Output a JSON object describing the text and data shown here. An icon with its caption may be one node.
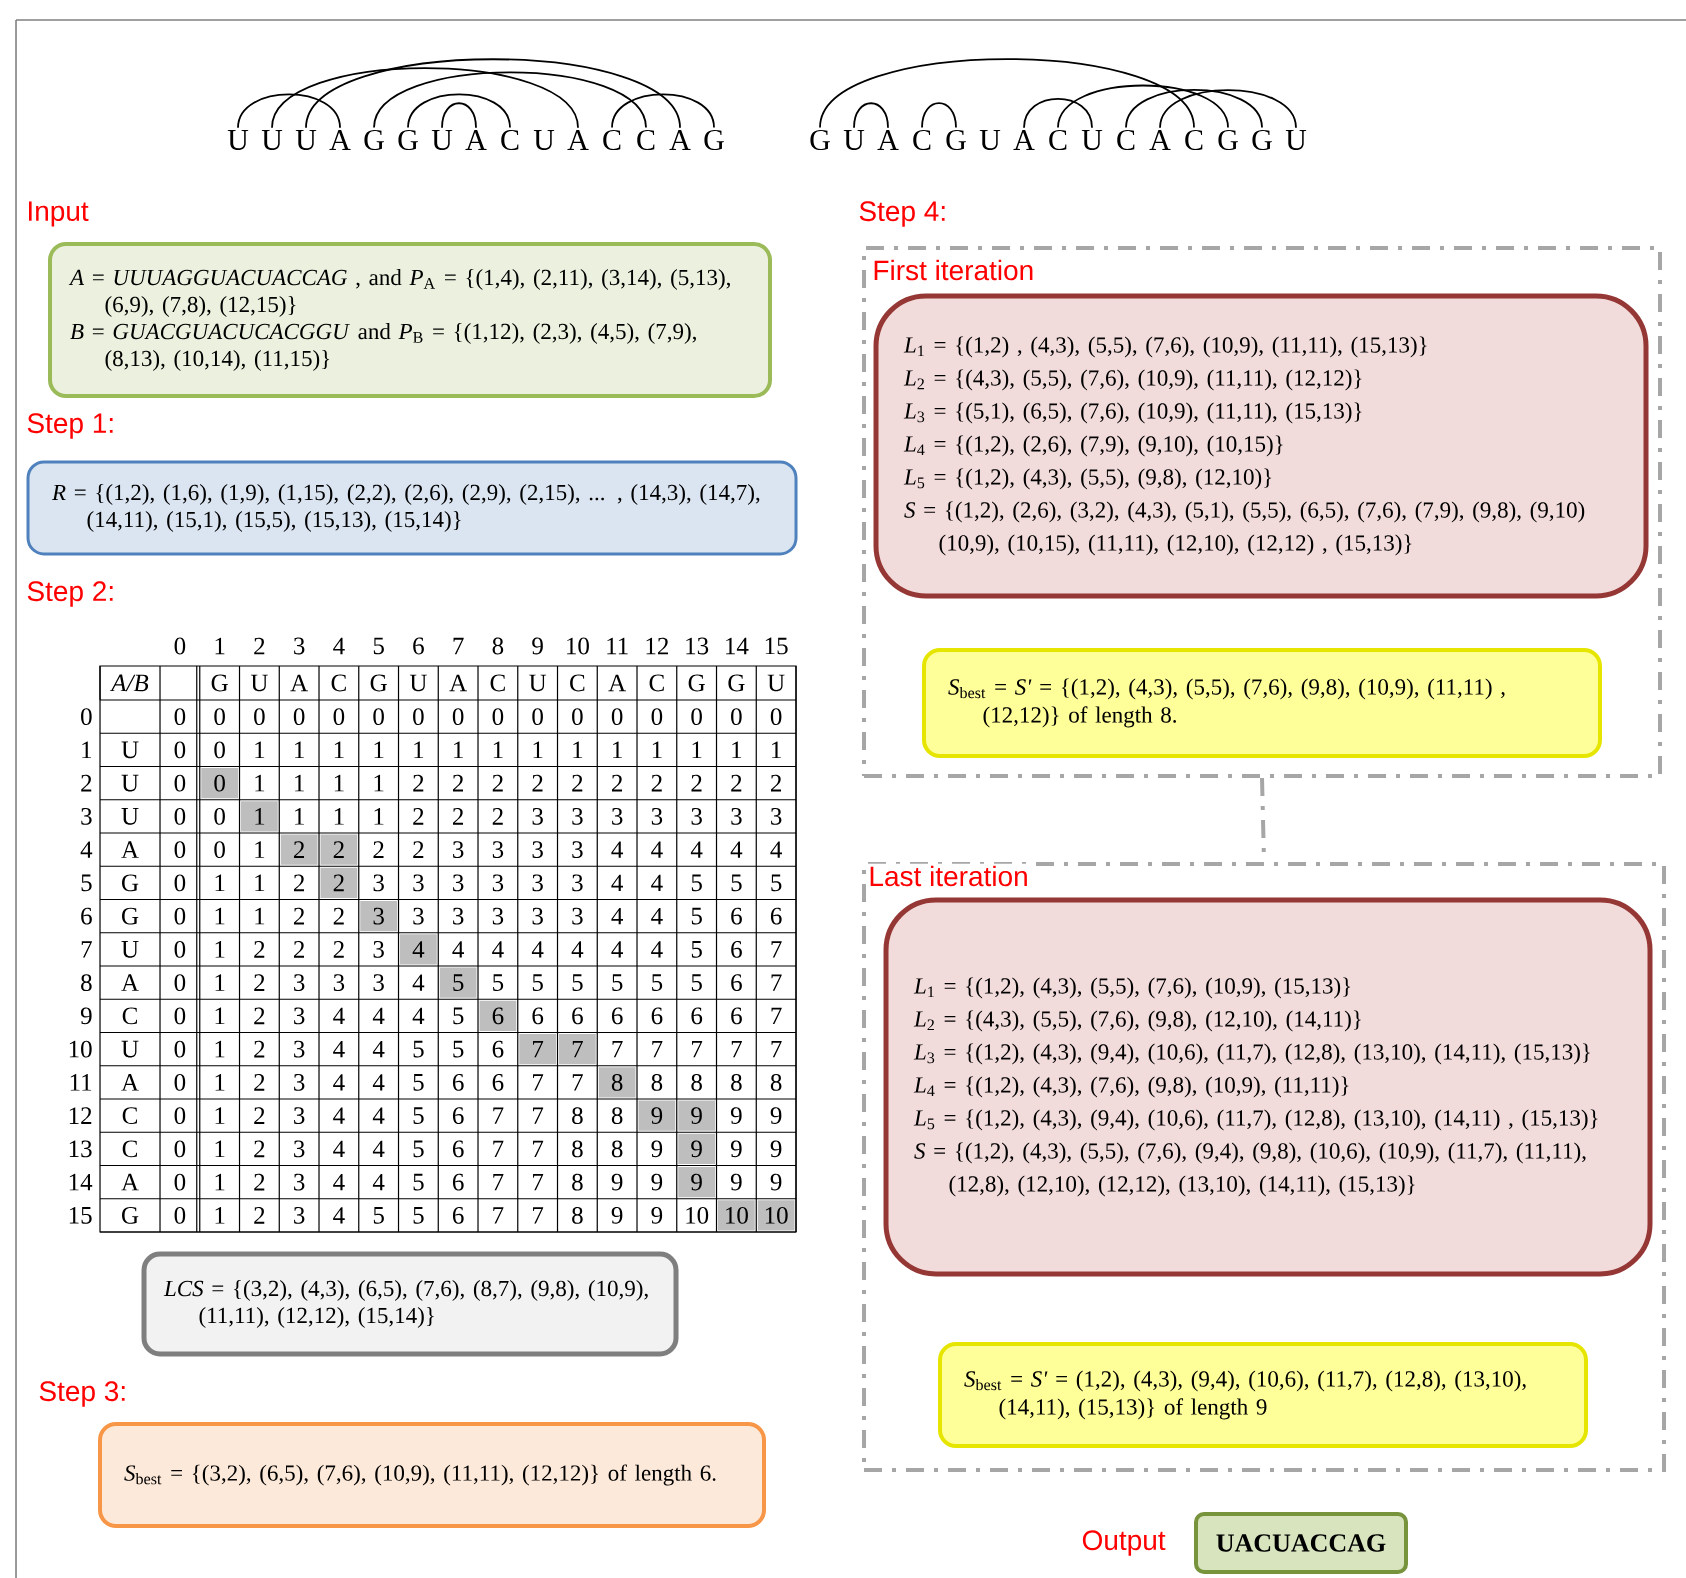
{
  "diagram": {
    "nodes": [
      {
        "text": [
          "U"
        ]
      },
      {
        "text": [
          "U"
        ]
      },
      {
        "text": [
          "U"
        ]
      },
      {
        "text": [
          "A"
        ]
      },
      {
        "text": [
          "G"
        ]
      },
      {
        "text": [
          "G"
        ]
      },
      {
        "text": [
          "U"
        ]
      },
      {
        "text": [
          "A"
        ]
      },
      {
        "text": [
          "C"
        ]
      },
      {
        "text": [
          "U"
        ]
      },
      {
        "text": [
          "A"
        ]
      },
      {
        "text": [
          "C"
        ]
      },
      {
        "text": [
          "C"
        ]
      },
      {
        "text": [
          "A"
        ]
      },
      {
        "text": [
          "G"
        ]
      },
      {
        "text": [
          "G"
        ]
      },
      {
        "text": [
          "U"
        ]
      },
      {
        "text": [
          "A"
        ]
      },
      {
        "text": [
          "C"
        ]
      },
      {
        "text": [
          "G"
        ]
      },
      {
        "text": [
          "U"
        ]
      },
      {
        "text": [
          "A"
        ]
      },
      {
        "text": [
          "C"
        ]
      },
      {
        "text": [
          "U"
        ]
      },
      {
        "text": [
          "C"
        ]
      },
      {
        "text": [
          "A"
        ]
      },
      {
        "text": [
          "C"
        ]
      },
      {
        "text": [
          "G"
        ]
      },
      {
        "text": [
          "G"
        ]
      },
      {
        "text": [
          "U"
        ]
      },
      {
        "text": [
          "*A* = *UUUAGGUACUACCAG* , and *P*$_{A}$ = {(1,4), (2,11), (3,14), (5,13), (6,9), (7,8), (12,15)}",
          "*B* = *GUACGUACUCACGGU* and *P*$_{B}$ = {(1,12), (2,3), (4,5), (7,9), (8,13), (10,14), (11,15)}"
        ]
      },
      {
        "text": [
          "*R* = {(1,2), (1,6), (1,9), (1,15), (2,2), (2,6), (2,9), (2,15), ... , (14,3), (14,7), (14,11), (15,1), (15,5), (15,13), (15,14)}"
        ]
      },
      {
        "text": [
          "*LCS* = {(3,2), (4,3), (6,5), (7,6), (8,7), (9,8), (10,9), (11,11), (12,12), (15,14)}"
        ]
      },
      {
        "text": [
          "*S*$_{best}$ = {(3,2), (6,5), (7,6), (10,9), (11,11), (12,12)} of length 6."
        ]
      },
      {
        "text": [
          "First iteration"
        ]
      },
      {
        "text": [
          "*L*$_{1}$ = {(1,2) , (4,3), (5,5), (7,6), (10,9), (11,11), (15,13)}",
          "*L*$_{2}$ = {(4,3), (5,5), (7,6), (10,9), (11,11), (12,12)}",
          "*L*$_{3}$ = {(5,1), (6,5), (7,6), (10,9), (11,11), (15,13)}",
          "*L*$_{4}$ = {(1,2), (2,6), (7,9), (9,10), (10,15)}",
          "*L*$_{5}$ = {(1,2), (4,3), (5,5), (9,8), (12,10)}",
          "*S* = {(1,2), (2,6), (3,2), (4,3), (5,1), (5,5), (6,5), (7,6), (7,9), (9,8), (9,10) (10,9), (10,15), (11,11), (12,10), (12,12) , (15,13)}"
        ],
        "in": 34
      },
      {
        "text": [
          "*S*$_{best}$ = *S'* = {(1,2), (4,3), (5,5), (7,6), (9,8), (10,9), (11,11) , (12,12)} of length 8."
        ],
        "in": 34
      },
      {
        "text": [
          "Last iteration"
        ]
      },
      {
        "text": [
          "*L*$_{1}$ = {(1,2), (4,3), (5,5), (7,6), (10,9), (15,13)}",
          "*L*$_{2}$ = {(4,3), (5,5), (7,6), (9,8), (12,10), (14,11)}",
          "*L*$_{3}$ = {(1,2), (4,3), (9,4), (10,6), (11,7), (12,8), (13,10), (14,11), (15,13)}",
          "*L*$_{4}$ = {(1,2), (4,3), (7,6), (9,8), (10,9), (11,11)}",
          "*L*$_{5}$ = {(1,2), (4,3), (9,4), (10,6), (11,7), (12,8), (13,10), (14,11) , (15,13)}",
          "*S* = {(1,2), (4,3), (5,5), (7,6), (9,4), (9,8), (10,6), (10,9), (11,7), (11,11), (12,8), (12,10), (12,12), (13,10), (14,11), (15,13)}"
        ],
        "in": 37
      },
      {
        "text": [
          "*S*$_{best}$ = *S'* = (1,2), (4,3), (9,4), (10,6), (11,7), (12,8), (13,10), (14,11), (15,13)} of length 9"
        ],
        "in": 37
      },
      {
        "text": [
          "UACUACCAG"
        ],
        "beside": [
          "Output"
        ]
      }
    ],
    "edges": [
      {
        "from": 0,
        "to": 3,
        "arrow": "none"
      },
      {
        "from": 1,
        "to": 10,
        "arrow": "none"
      },
      {
        "from": 2,
        "to": 13,
        "arrow": "none"
      },
      {
        "from": 4,
        "to": 12,
        "arrow": "none"
      },
      {
        "from": 5,
        "to": 8,
        "arrow": "none"
      },
      {
        "from": 6,
        "to": 7,
        "arrow": "none"
      },
      {
        "from": 11,
        "to": 14,
        "arrow": "none"
      },
      {
        "from": 15,
        "to": 26,
        "arrow": "none"
      },
      {
        "from": 16,
        "to": 17,
        "arrow": "none"
      },
      {
        "from": 18,
        "to": 19,
        "arrow": "none"
      },
      {
        "from": 21,
        "to": 23,
        "arrow": "none"
      },
      {
        "from": 22,
        "to": 27,
        "arrow": "none"
      },
      {
        "from": 24,
        "to": 28,
        "arrow": "none"
      },
      {
        "from": 25,
        "to": 29,
        "arrow": "none"
      },
      {
        "from": 34,
        "to": 37,
        "arrow": "none",
        "style": "dashed",
        "color": "#a6a6a6"
      }
    ],
    "labels": [
      "Input",
      "Step 1:",
      "Step 2:",
      "0",
      "1",
      "2",
      "3",
      "4",
      "5",
      "6",
      "7",
      "8",
      "9",
      "10",
      "11",
      "12",
      "13",
      "14",
      "15",
      "A/B",
      "G",
      "U",
      "A",
      "C",
      "G",
      "U",
      "A",
      "C",
      "U",
      "C",
      "A",
      "C",
      "G",
      "G",
      "U",
      "0",
      "0",
      "0",
      "0",
      "0",
      "0",
      "0",
      "0",
      "0",
      "0",
      "0",
      "0",
      "0",
      "0",
      "0",
      "0",
      "0",
      "1",
      "U",
      "0",
      "0",
      "1",
      "1",
      "1",
      "1",
      "1",
      "1",
      "1",
      "1",
      "1",
      "1",
      "1",
      "1",
      "1",
      "1",
      "2",
      "U",
      "0",
      "0",
      "1",
      "1",
      "1",
      "1",
      "2",
      "2",
      "2",
      "2",
      "2",
      "2",
      "2",
      "2",
      "2",
      "2",
      "3",
      "U",
      "0",
      "0",
      "1",
      "1",
      "1",
      "1",
      "2",
      "2",
      "2",
      "3",
      "3",
      "3",
      "3",
      "3",
      "3",
      "3",
      "4",
      "A",
      "0",
      "0",
      "1",
      "2",
      "2",
      "2",
      "2",
      "3",
      "3",
      "3",
      "3",
      "4",
      "4",
      "4",
      "4",
      "4",
      "5",
      "G",
      "0",
      "1",
      "1",
      "2",
      "2",
      "3",
      "3",
      "3",
      "3",
      "3",
      "3",
      "4",
      "4",
      "5",
      "5",
      "5",
      "6",
      "G",
      "0",
      "1",
      "1",
      "2",
      "2",
      "3",
      "3",
      "3",
      "3",
      "3",
      "3",
      "4",
      "4",
      "5",
      "6",
      "6",
      "7",
      "U",
      "0",
      "1",
      "2",
      "2",
      "2",
      "3",
      "4",
      "4",
      "4",
      "4",
      "4",
      "4",
      "4",
      "5",
      "6",
      "7",
      "8",
      "A",
      "0",
      "1",
      "2",
      "3",
      "3",
      "3",
      "4",
      "5",
      "5",
      "5",
      "5",
      "5",
      "5",
      "5",
      "6",
      "7",
      "9",
      "C",
      "0",
      "1",
      "2",
      "3",
      "4",
      "4",
      "4",
      "5",
      "6",
      "6",
      "6",
      "6",
      "6",
      "6",
      "6",
      "7",
      "10",
      "U",
      "0",
      "1",
      "2",
      "3",
      "4",
      "4",
      "5",
      "5",
      "6",
      "7",
      "7",
      "7",
      "7",
      "7",
      "7",
      "7",
      "11",
      "A",
      "0",
      "1",
      "2",
      "3",
      "4",
      "4",
      "5",
      "6",
      "6",
      "7",
      "7",
      "8",
      "8",
      "8",
      "8",
      "8",
      "12",
      "C",
      "0",
      "1",
      "2",
      "3",
      "4",
      "4",
      "5",
      "6",
      "7",
      "7",
      "8",
      "8",
      "9",
      "9",
      "9",
      "9",
      "13",
      "C",
      "0",
      "1",
      "2",
      "3",
      "4",
      "4",
      "5",
      "6",
      "7",
      "7",
      "8",
      "8",
      "9",
      "9",
      "9",
      "9",
      "14",
      "A",
      "0",
      "1",
      "2",
      "3",
      "4",
      "4",
      "5",
      "6",
      "7",
      "7",
      "8",
      "9",
      "9",
      "9",
      "9",
      "9",
      "15",
      "G",
      "0",
      "1",
      "2",
      "3",
      "4",
      "5",
      "5",
      "6",
      "7",
      "7",
      "8",
      "9",
      "9",
      "10",
      "10",
      "10",
      "Step 3:",
      "Step 4:"
    ]
  }
}
